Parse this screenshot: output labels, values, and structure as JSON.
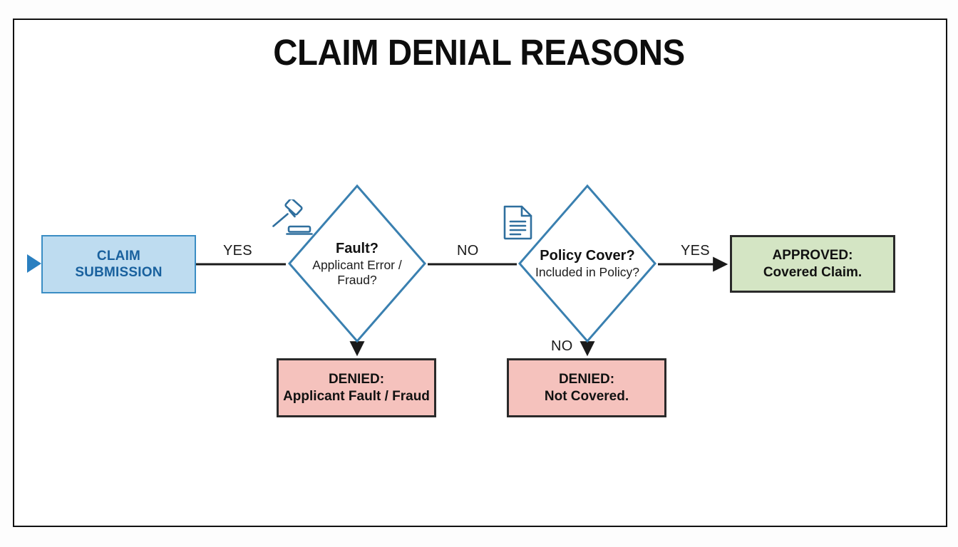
{
  "page": {
    "title": "CLAIM DENIAL REASONS",
    "background": "#ffffff",
    "frame_color": "#111111"
  },
  "palette": {
    "start_fill": "#bedcf0",
    "start_border": "#3a8dc4",
    "start_text": "#19619e",
    "diamond_border": "#3a80b0",
    "diamond_fill": "#ffffff",
    "approved_fill": "#d4e5c4",
    "denied_fill": "#f5c2bd",
    "box_border": "#2a2a2a",
    "icon_blue": "#2f6f9e",
    "wire_color": "#1a1a1a"
  },
  "chart_data": {
    "type": "diagram",
    "title": "CLAIM DENIAL REASONS",
    "nodes": [
      {
        "id": "claim-submission",
        "shape": "rectangle",
        "line1": "CLAIM",
        "line2": "SUBMISSION",
        "role": "start"
      },
      {
        "id": "fault-decision",
        "shape": "diamond",
        "line1": "Fault?",
        "line2": "Applicant Error / Fraud?",
        "role": "decision",
        "icon": "gavel-icon"
      },
      {
        "id": "policy-cover-decision",
        "shape": "diamond",
        "line1": "Policy Cover?",
        "line2": "Included in Policy?",
        "role": "decision",
        "icon": "document-icon"
      },
      {
        "id": "approved",
        "shape": "rectangle",
        "line1": "APPROVED:",
        "line2": "Covered Claim.",
        "role": "terminal-approved"
      },
      {
        "id": "denied-fault",
        "shape": "rectangle",
        "line1": "DENIED:",
        "line2": "Applicant Fault / Fraud",
        "role": "terminal-denied"
      },
      {
        "id": "denied-not-covered",
        "shape": "rectangle",
        "line1": "DENIED:",
        "line2": "Not Covered.",
        "role": "terminal-denied"
      }
    ],
    "edges": [
      {
        "from": "claim-submission",
        "to": "fault-decision",
        "label": "YES",
        "direction": "right"
      },
      {
        "from": "fault-decision",
        "to": "policy-cover-decision",
        "label": "NO",
        "direction": "right"
      },
      {
        "from": "fault-decision",
        "to": "denied-fault",
        "label": "",
        "direction": "down"
      },
      {
        "from": "policy-cover-decision",
        "to": "approved",
        "label": "YES",
        "direction": "right"
      },
      {
        "from": "policy-cover-decision",
        "to": "denied-not-covered",
        "label": "NO",
        "direction": "down"
      }
    ]
  },
  "nodes": {
    "start": {
      "line1": "CLAIM",
      "line2": "SUBMISSION"
    },
    "fault": {
      "line1": "Fault?",
      "line2": "Applicant Error / Fraud?"
    },
    "policy": {
      "line1": "Policy Cover?",
      "line2": "Included in Policy?"
    },
    "approved": {
      "line1": "APPROVED:",
      "line2": "Covered Claim."
    },
    "denied_fault": {
      "line1": "DENIED:",
      "line2": "Applicant Fault / Fraud"
    },
    "denied_covered": {
      "line1": "DENIED:",
      "line2": "Not Covered."
    }
  },
  "edge_labels": {
    "yes_1": "YES",
    "no_1": "NO",
    "yes_2": "YES",
    "no_2": "NO"
  }
}
